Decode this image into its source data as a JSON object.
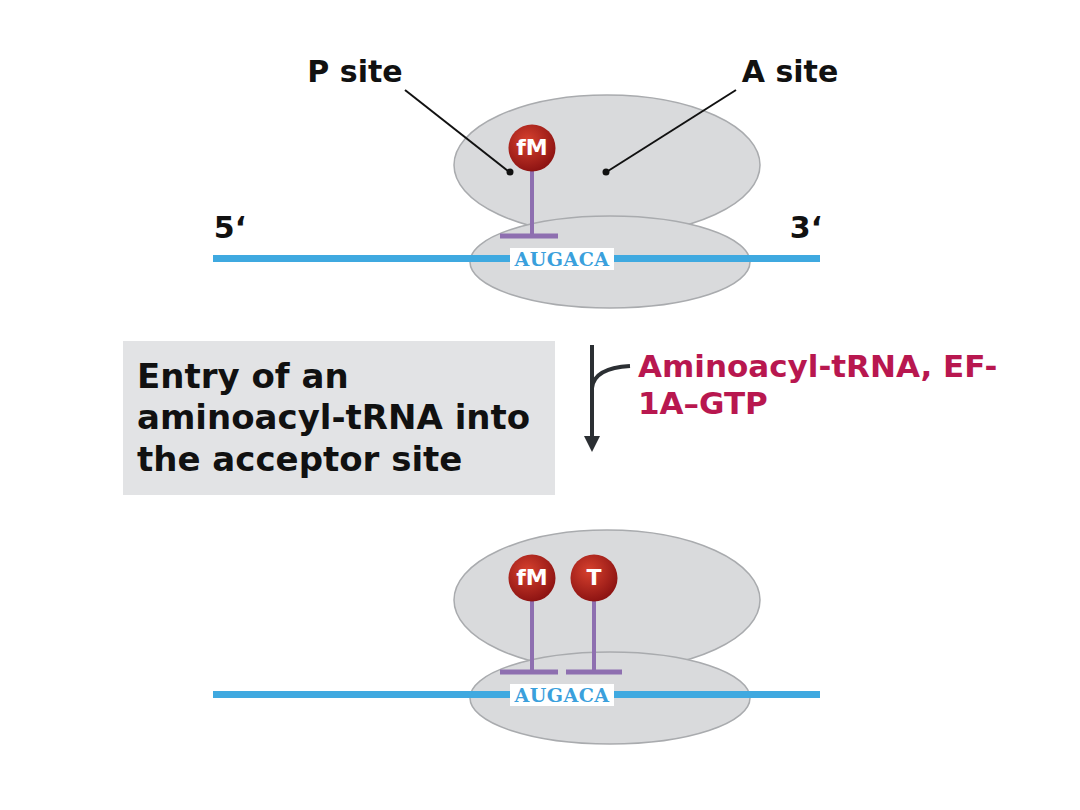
{
  "diagram": {
    "nodes": [
      {
        "text": [
          "fM"
        ]
      },
      {
        "text": [
          "Entry of an aminoacyl-tRNA into the acceptor site"
        ]
      },
      {
        "text": [
          "fM"
        ]
      },
      {
        "text": [
          "T"
        ]
      }
    ],
    "labels": [
      "P site",
      "A site",
      "5‘",
      "3‘",
      "AUGACA",
      "Aminoacyl-tRNA, EF-1A–GTP",
      "AUGACA"
    ]
  }
}
